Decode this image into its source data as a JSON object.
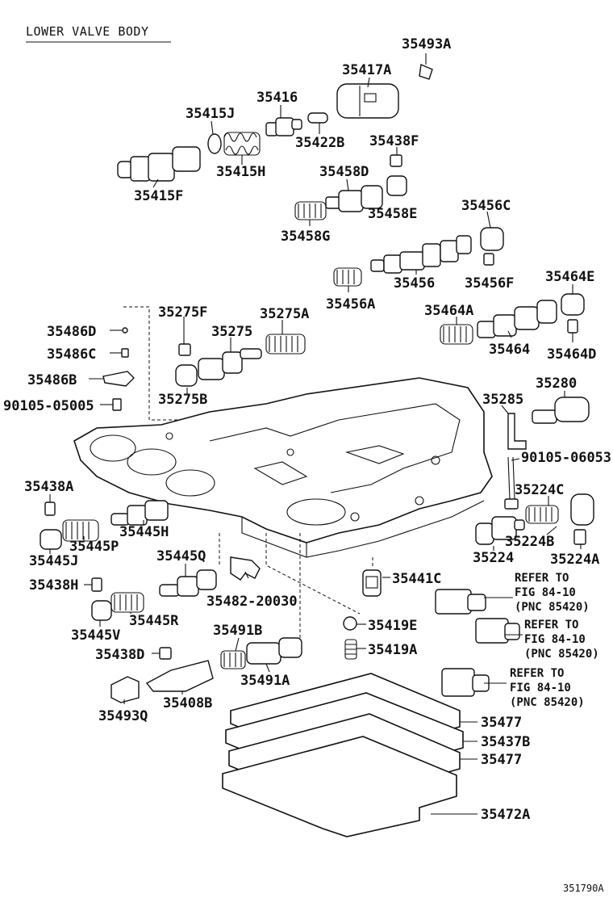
{
  "title": "LOWER VALVE BODY",
  "figure_id": "351790A",
  "labels": [
    {
      "id": "35493A",
      "text": "35493A"
    },
    {
      "id": "35417A",
      "text": "35417A"
    },
    {
      "id": "35416",
      "text": "35416"
    },
    {
      "id": "35415J",
      "text": "35415J"
    },
    {
      "id": "35422B",
      "text": "35422B"
    },
    {
      "id": "35438F",
      "text": "35438F"
    },
    {
      "id": "35415H",
      "text": "35415H"
    },
    {
      "id": "35415F",
      "text": "35415F"
    },
    {
      "id": "35458D",
      "text": "35458D"
    },
    {
      "id": "35458E",
      "text": "35458E"
    },
    {
      "id": "35458G",
      "text": "35458G"
    },
    {
      "id": "35456C",
      "text": "35456C"
    },
    {
      "id": "35456",
      "text": "35456"
    },
    {
      "id": "35456F",
      "text": "35456F"
    },
    {
      "id": "35456A",
      "text": "35456A"
    },
    {
      "id": "35464E",
      "text": "35464E"
    },
    {
      "id": "35464A",
      "text": "35464A"
    },
    {
      "id": "35464",
      "text": "35464"
    },
    {
      "id": "35464D",
      "text": "35464D"
    },
    {
      "id": "35275F",
      "text": "35275F"
    },
    {
      "id": "35275",
      "text": "35275"
    },
    {
      "id": "35275A",
      "text": "35275A"
    },
    {
      "id": "35275B",
      "text": "35275B"
    },
    {
      "id": "35486D",
      "text": "35486D"
    },
    {
      "id": "35486C",
      "text": "35486C"
    },
    {
      "id": "35486B",
      "text": "35486B"
    },
    {
      "id": "90105-05005",
      "text": "90105-05005"
    },
    {
      "id": "35280",
      "text": "35280"
    },
    {
      "id": "35285",
      "text": "35285"
    },
    {
      "id": "90105-06053",
      "text": "90105-06053"
    },
    {
      "id": "35224C",
      "text": "35224C"
    },
    {
      "id": "35224B",
      "text": "35224B"
    },
    {
      "id": "35224",
      "text": "35224"
    },
    {
      "id": "35224A",
      "text": "35224A"
    },
    {
      "id": "35438A",
      "text": "35438A"
    },
    {
      "id": "35445H",
      "text": "35445H"
    },
    {
      "id": "35445P",
      "text": "35445P"
    },
    {
      "id": "35445J",
      "text": "35445J"
    },
    {
      "id": "35445Q",
      "text": "35445Q"
    },
    {
      "id": "35438H",
      "text": "35438H"
    },
    {
      "id": "35445R",
      "text": "35445R"
    },
    {
      "id": "35445V",
      "text": "35445V"
    },
    {
      "id": "35482-20030",
      "text": "35482-20030"
    },
    {
      "id": "35441C",
      "text": "35441C"
    },
    {
      "id": "35491B",
      "text": "35491B"
    },
    {
      "id": "35491A",
      "text": "35491A"
    },
    {
      "id": "35419E",
      "text": "35419E"
    },
    {
      "id": "35419A",
      "text": "35419A"
    },
    {
      "id": "35438D",
      "text": "35438D"
    },
    {
      "id": "35408B",
      "text": "35408B"
    },
    {
      "id": "35493Q",
      "text": "35493Q"
    },
    {
      "id": "35477_top",
      "text": "35477"
    },
    {
      "id": "35437B",
      "text": "35437B"
    },
    {
      "id": "35477_bottom",
      "text": "35477"
    },
    {
      "id": "35472A",
      "text": "35472A"
    }
  ],
  "refer_notes": [
    {
      "line1": "REFER TO",
      "line2": "FIG 84-10",
      "line3": "(PNC 85420)"
    },
    {
      "line1": "REFER TO",
      "line2": "FIG 84-10",
      "line3": "(PNC 85420)"
    },
    {
      "line1": "REFER TO",
      "line2": "FIG 84-10",
      "line3": "(PNC 85420)"
    }
  ]
}
